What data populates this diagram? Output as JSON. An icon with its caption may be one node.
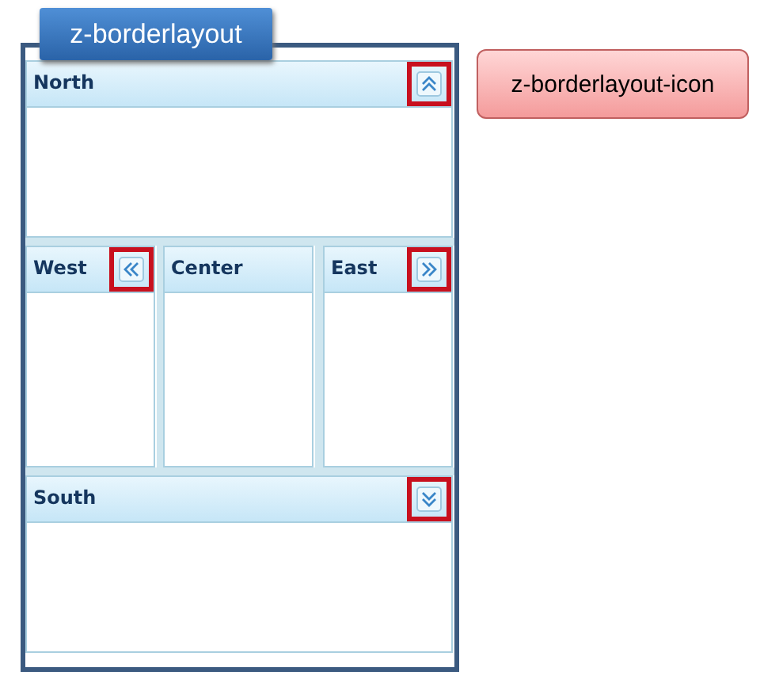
{
  "diagram": {
    "nodes": [
      {
        "text": [
          "z-borderlayout"
        ]
      },
      {
        "text": [
          "North"
        ],
        "in": 0
      },
      {
        "text": [
          "West"
        ],
        "in": 0
      },
      {
        "text": [
          "Center"
        ],
        "in": 0
      },
      {
        "text": [
          "East"
        ],
        "in": 0
      },
      {
        "text": [
          "South"
        ],
        "in": 0
      },
      {
        "text": [
          "z-borderlayout-icon"
        ]
      }
    ],
    "edges": []
  }
}
